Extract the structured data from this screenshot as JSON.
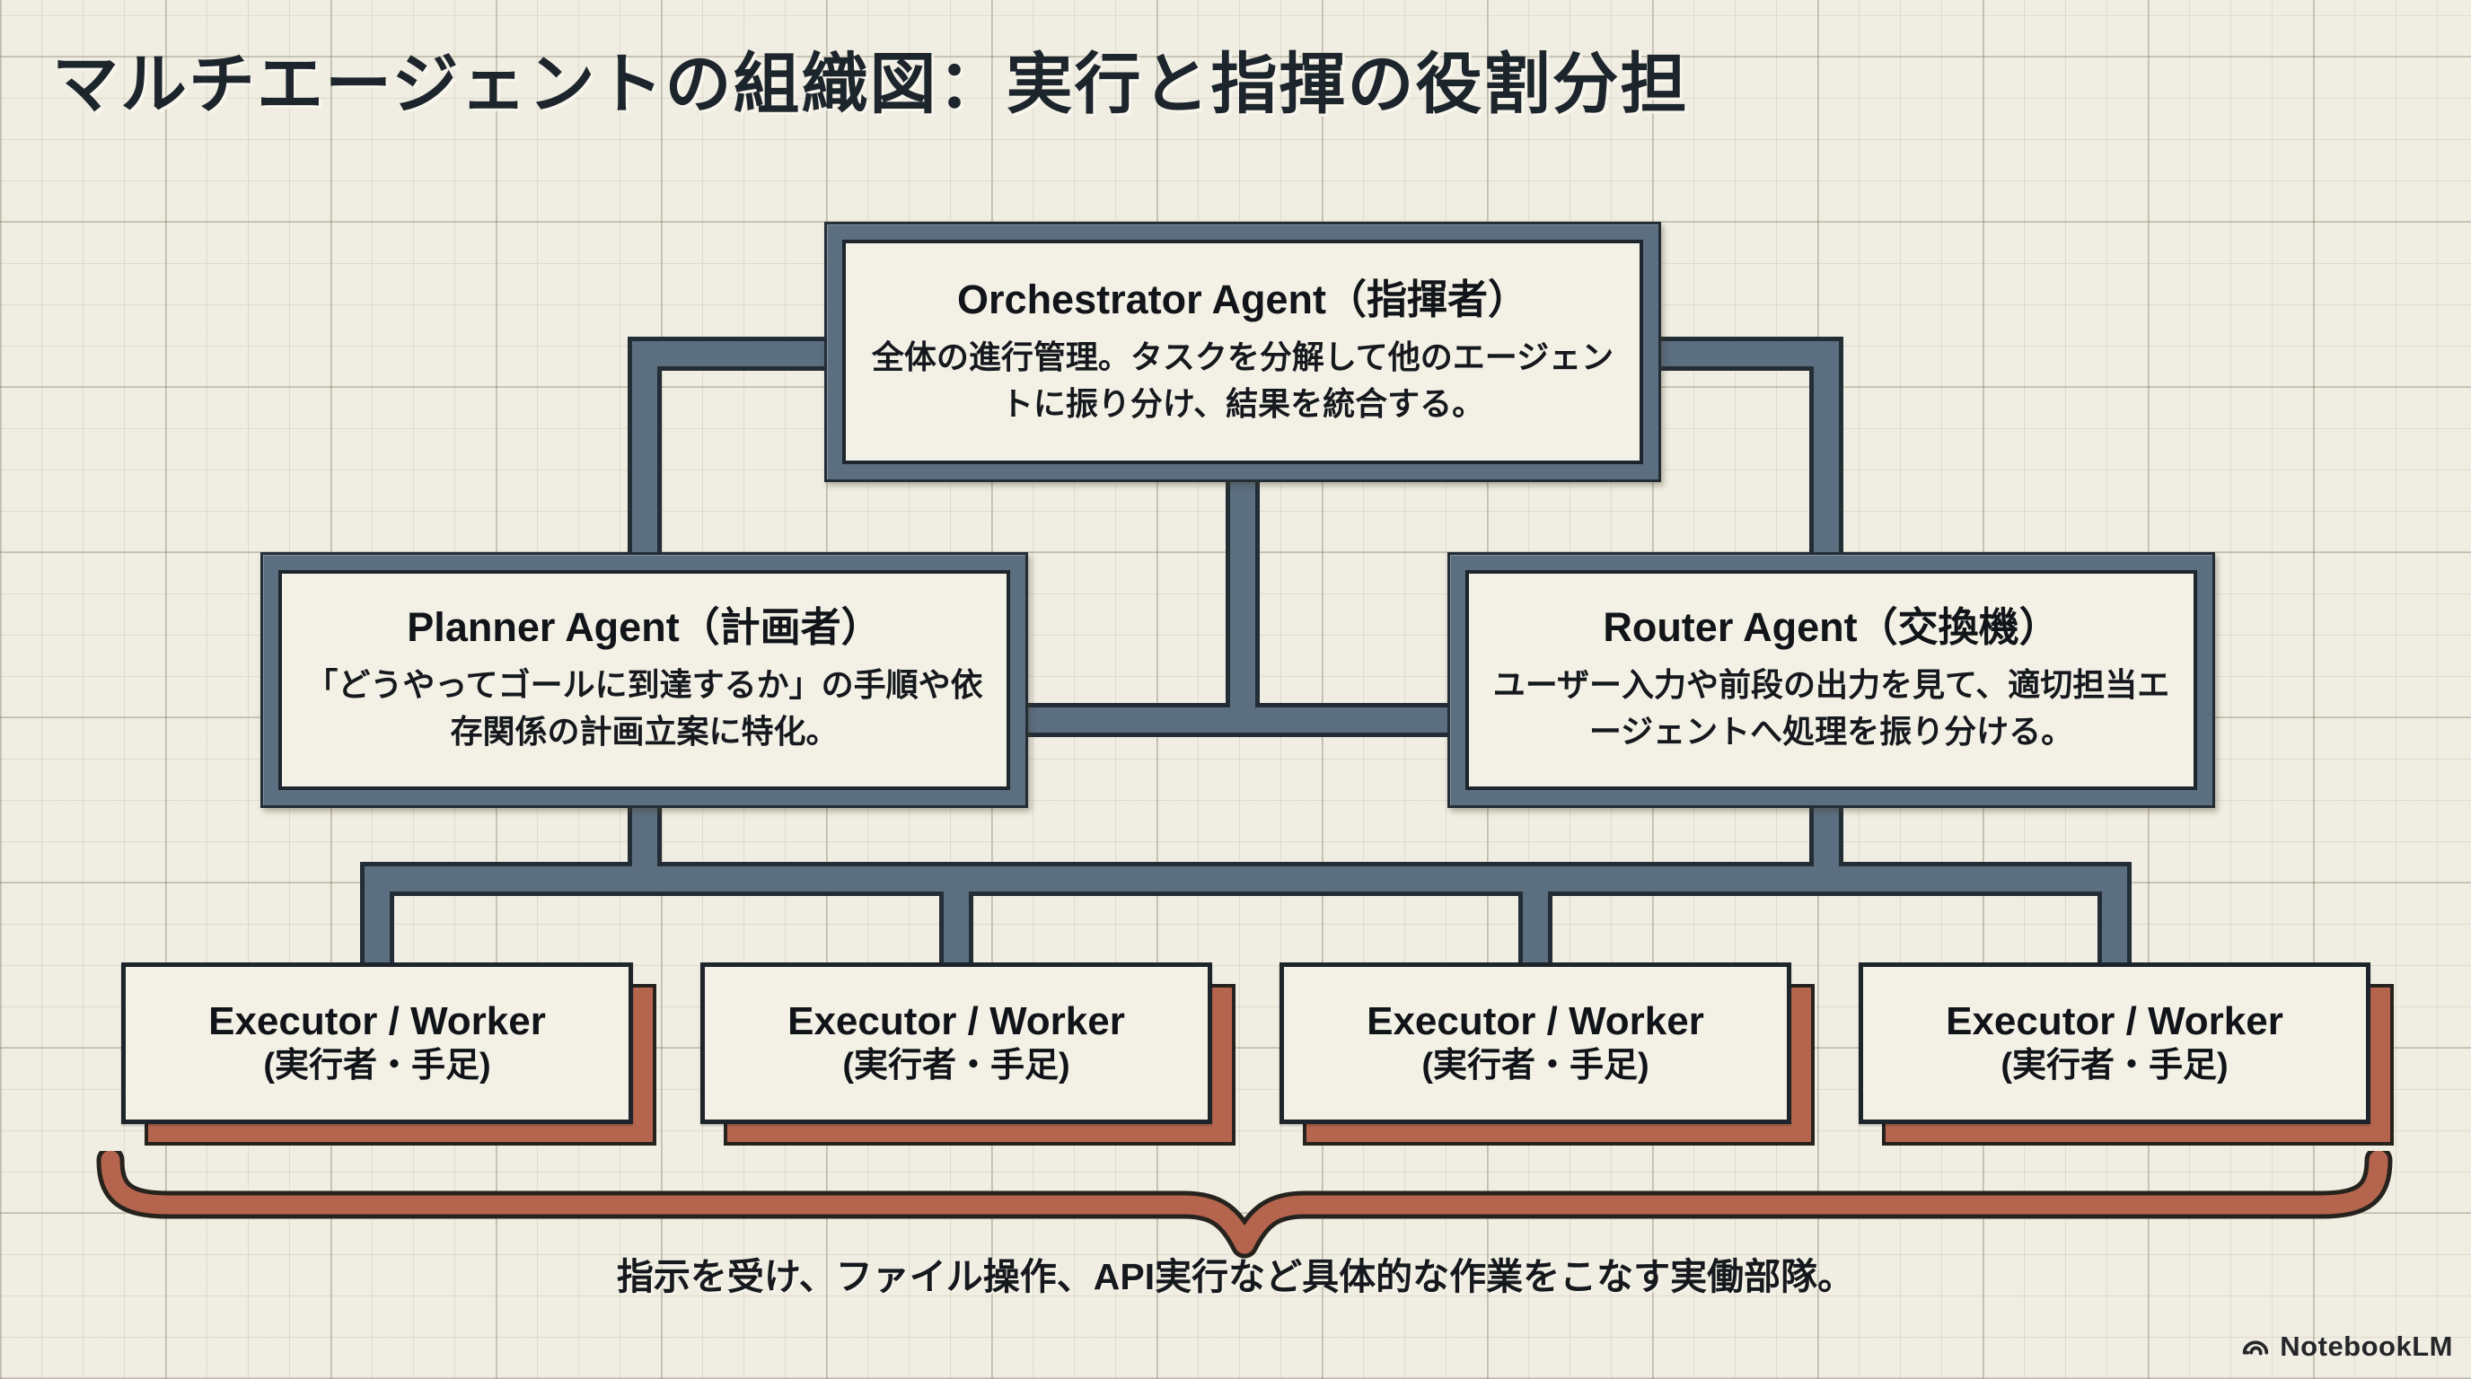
{
  "title": "マルチエージェントの組織図：実行と指揮の役割分担",
  "nodes": {
    "orchestrator": {
      "title": "Orchestrator Agent（指揮者）",
      "body": "全体の進行管理。タスクを分解して他のエージェントに振り分け、結果を統合する。"
    },
    "planner": {
      "title": "Planner Agent（計画者）",
      "body": "「どうやってゴールに到達するか」の手順や依存関係の計画立案に特化。"
    },
    "router": {
      "title": "Router Agent（交換機）",
      "body": "ユーザー入力や前段の出力を見て、適切担当エージェントへ処理を振り分ける。"
    }
  },
  "executors": [
    {
      "title": "Executor / Worker",
      "subtitle": "(実行者・手足)"
    },
    {
      "title": "Executor / Worker",
      "subtitle": "(実行者・手足)"
    },
    {
      "title": "Executor / Worker",
      "subtitle": "(実行者・手足)"
    },
    {
      "title": "Executor / Worker",
      "subtitle": "(実行者・手足)"
    }
  ],
  "caption": "指示を受け、ファイル操作、API実行など具体的な作業をこなす実働部隊。",
  "watermark": "NotebookLM",
  "colors": {
    "background": "#f0ede2",
    "panel": "#f3f0e6",
    "slate": "#5b6f80",
    "outline": "#232d36",
    "terracotta": "#b5654d",
    "text": "#15191d"
  }
}
